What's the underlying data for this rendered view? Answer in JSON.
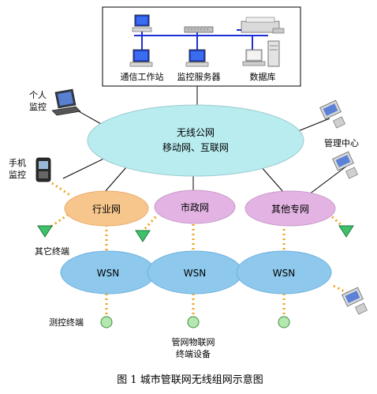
{
  "top_box": {
    "workstation": "通信工作站",
    "monitor_server": "监控服务器",
    "database": "数据库"
  },
  "cloud": {
    "line1": "无线公网",
    "line2": "移动网、互联网"
  },
  "labels": {
    "personal_monitor_1": "个人",
    "personal_monitor_2": "监控",
    "phone_monitor_1": "手机",
    "phone_monitor_2": "监控",
    "management_center": "管理中心",
    "other_terminals": "其它终端",
    "measure_terminals": "测控终端",
    "iot_devices_1": "管网物联网",
    "iot_devices_2": "终端设备"
  },
  "networks": {
    "industry": "行业网",
    "municipal": "市政网",
    "other_private": "其他专网"
  },
  "wsn": [
    "WSN",
    "WSN",
    "WSN"
  ],
  "caption": "图 1  城市管联网无线组网示意图"
}
